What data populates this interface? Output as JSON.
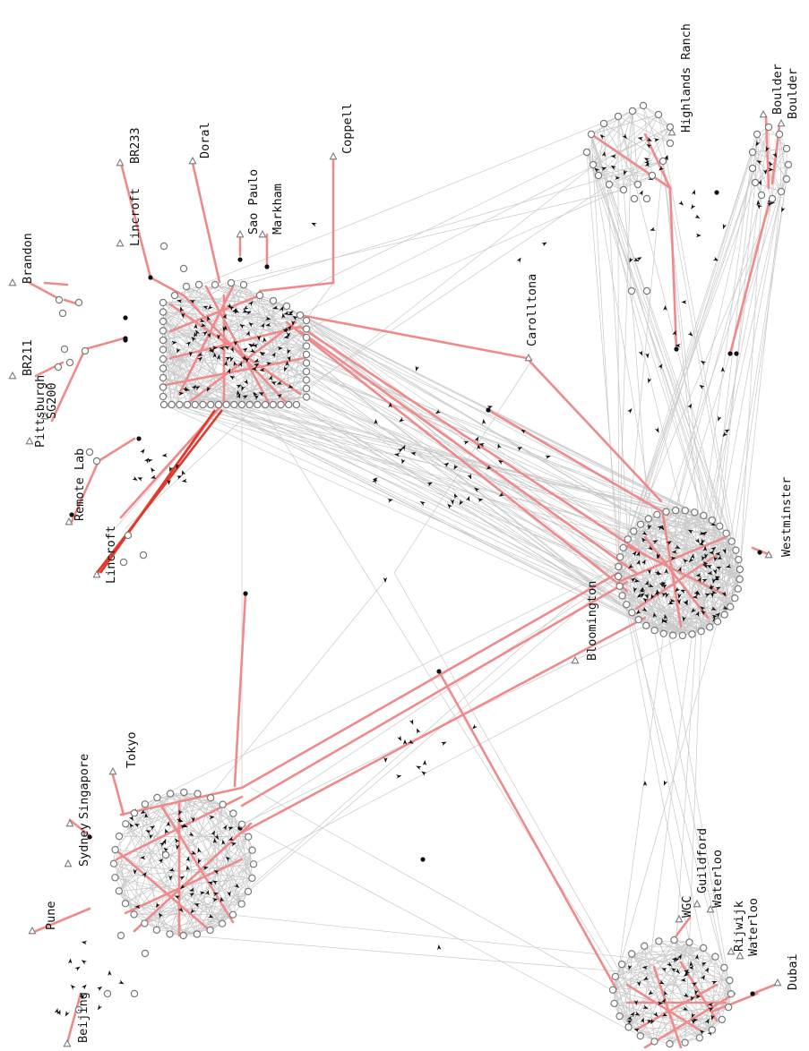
{
  "diagram": {
    "site_labels": [
      {
        "id": "brandon",
        "text": "Brandon"
      },
      {
        "id": "br211",
        "text": "BR211"
      },
      {
        "id": "pittsburgh",
        "text": "Pittsburgh"
      },
      {
        "id": "sg200",
        "text": "SG200"
      },
      {
        "id": "remote-lab",
        "text": "Remote Lab"
      },
      {
        "id": "lincroft-a",
        "text": "Lincroft"
      },
      {
        "id": "br233",
        "text": "BR233"
      },
      {
        "id": "lincroft-b",
        "text": "Lincroft"
      },
      {
        "id": "doral",
        "text": "Doral"
      },
      {
        "id": "sao-paulo",
        "text": "Sao Paulo"
      },
      {
        "id": "markham",
        "text": "Markham"
      },
      {
        "id": "coppell",
        "text": "Coppell"
      },
      {
        "id": "carolltona",
        "text": "Carolltona"
      },
      {
        "id": "highlands-ranch",
        "text": "Highlands Ranch"
      },
      {
        "id": "boulder-a",
        "text": "Boulder"
      },
      {
        "id": "boulder-b",
        "text": "Boulder"
      },
      {
        "id": "westminster",
        "text": "Westminster"
      },
      {
        "id": "bloomington",
        "text": "Bloomington"
      },
      {
        "id": "tokyo",
        "text": "Tokyo"
      },
      {
        "id": "singapore",
        "text": "Singapore"
      },
      {
        "id": "sydney",
        "text": "Sydney"
      },
      {
        "id": "pune",
        "text": "Pune"
      },
      {
        "id": "beijing",
        "text": "Beijing"
      },
      {
        "id": "wgc",
        "text": "WGC"
      },
      {
        "id": "guildford",
        "text": "Guildford"
      },
      {
        "id": "waterloo-a",
        "text": "Waterloo"
      },
      {
        "id": "rijwijk",
        "text": "Rijwijk"
      },
      {
        "id": "waterloo-b",
        "text": "Waterloo"
      },
      {
        "id": "dubai",
        "text": "Dubai"
      }
    ],
    "colors": {
      "intra_edge": "#c9c9c9",
      "highlight_edge": "#f08a8a",
      "strong_edge": "#e0392b",
      "node_stroke": "#7a7a7a",
      "arrow": "#111111"
    }
  }
}
